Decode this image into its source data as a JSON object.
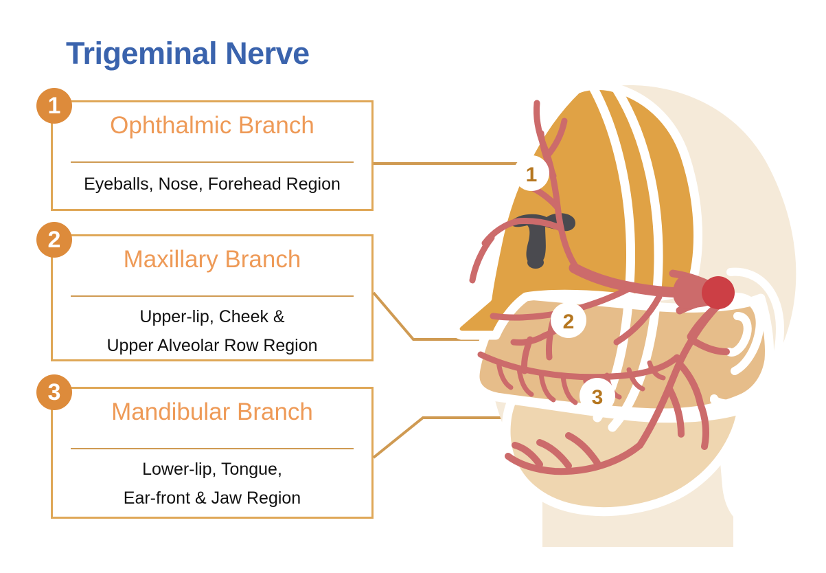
{
  "title": "Trigeminal Nerve",
  "colors": {
    "title_blue": "#3a63ad",
    "branch_orange": "#ee9a57",
    "badge_orange": "#dd8b3b",
    "box_border": "#dfa757",
    "separator": "#cf9a52",
    "connector": "#cf9a52",
    "nerve_red": "#cc6b6b",
    "ganglion_red": "#cc3f45",
    "region_ophthalmic": "#e0a245",
    "region_maxillary": "#e6bd8a",
    "region_mandibular": "#efd6b0",
    "head_base": "#f5ead9",
    "eye_dark": "#4a4a4f",
    "outline_white": "#ffffff"
  },
  "branches": [
    {
      "number": "1",
      "name": "Ophthalmic Branch",
      "description": "Eyeballs, Nose, Forehead Region",
      "description_lines": [
        "Eyeballs, Nose, Forehead Region"
      ],
      "marker": "1"
    },
    {
      "number": "2",
      "name": "Maxillary Branch",
      "description": "Upper-lip, Cheek & Upper Alveolar Row Region",
      "description_lines": [
        "Upper-lip, Cheek &",
        "Upper Alveolar Row Region"
      ],
      "marker": "2"
    },
    {
      "number": "3",
      "name": "Mandibular Branch",
      "description": "Lower-lip, Tongue, Ear-front & Jaw Region",
      "description_lines": [
        "Lower-lip, Tongue,",
        "Ear-front & Jaw Region"
      ],
      "marker": "3"
    }
  ],
  "illustration": {
    "markers": [
      {
        "label": "1",
        "region": "forehead"
      },
      {
        "label": "2",
        "region": "cheek"
      },
      {
        "label": "3",
        "region": "jaw"
      }
    ],
    "ganglion_label": "trigeminal-ganglion"
  }
}
